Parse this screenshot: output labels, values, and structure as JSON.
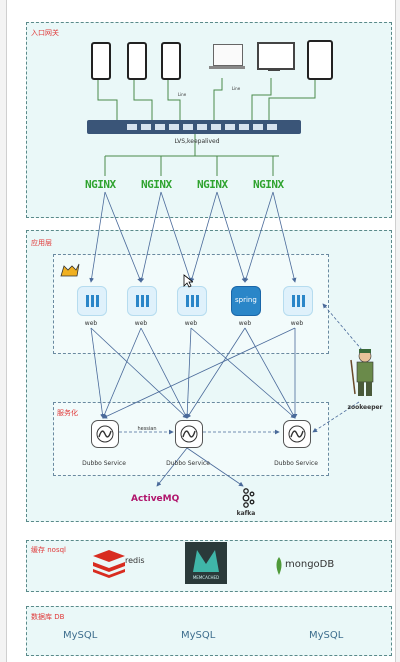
{
  "zones": {
    "gateway": "入口网关",
    "app": "应用层",
    "service": "服务化",
    "cache": "缓存 nosql",
    "db": "数据库 DB"
  },
  "lb_label": "LVS,keepalived",
  "nginx_label": "NGINX",
  "web_label": "web",
  "spring_label": "spring",
  "dubbo_label": "Dubbo Service",
  "dubbo_link_label": "hessian",
  "zookeeper_label": "zookeeper",
  "activemq_label": "ActiveMQ",
  "kafka_label": "kafka",
  "redis_label": "redis",
  "memcached_label": "MEMCACHED",
  "mongodb_label": "mongoDB",
  "mysql_label": "MySQL",
  "line_labels": {
    "a": "Line",
    "b": "Line"
  },
  "colors": {
    "accent_red": "#e03a3a",
    "nginx_green": "#2fa32f",
    "zone_bg": "#eaf8f8",
    "link": "#4a6a9a"
  }
}
